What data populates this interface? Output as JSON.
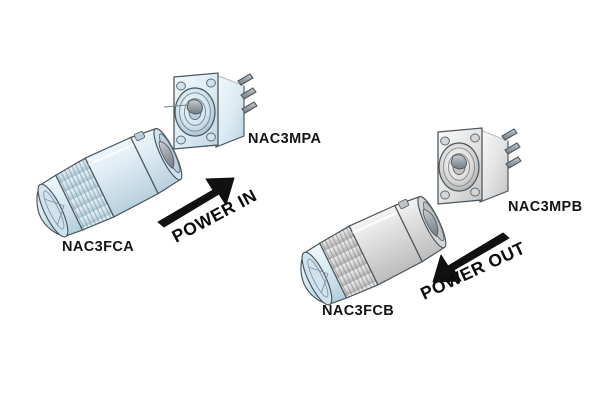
{
  "diagram": {
    "background_color": "#ffffff",
    "line_color": "#3a4349",
    "arrow_color": "#111111",
    "label_color": "#141414"
  },
  "palette": {
    "blue_body": "#dbe9f0",
    "blue_body_light": "#eaf4f8",
    "blue_body_shadow": "#b9d2de",
    "blue_tip": "#cfe2ee",
    "grey_body": "#dcdcdc",
    "grey_body_light": "#efefef",
    "grey_body_shadow": "#bdbdbd",
    "metal_dark": "#8d9398",
    "metal_mid": "#aab0b4"
  },
  "groups": [
    {
      "id": "power-in",
      "flow": {
        "label": "POWER IN",
        "direction": "up-right",
        "rotation_deg": -28
      },
      "cable_connector": {
        "label": "NAC3FCA",
        "color_scheme": "blue"
      },
      "chassis_connector": {
        "label": "NAC3MPA",
        "color_scheme": "blue"
      }
    },
    {
      "id": "power-out",
      "flow": {
        "label": "POWER OUT",
        "direction": "down-left",
        "rotation_deg": -25
      },
      "cable_connector": {
        "label": "NAC3FCB",
        "color_scheme": "grey"
      },
      "chassis_connector": {
        "label": "NAC3MPB",
        "color_scheme": "grey"
      }
    }
  ],
  "labels": {
    "nac3fca": "NAC3FCA",
    "nac3mpa": "NAC3MPA",
    "nac3fcb": "NAC3FCB",
    "nac3mpb": "NAC3MPB",
    "power_in": "POWER IN",
    "power_out": "POWER OUT"
  }
}
